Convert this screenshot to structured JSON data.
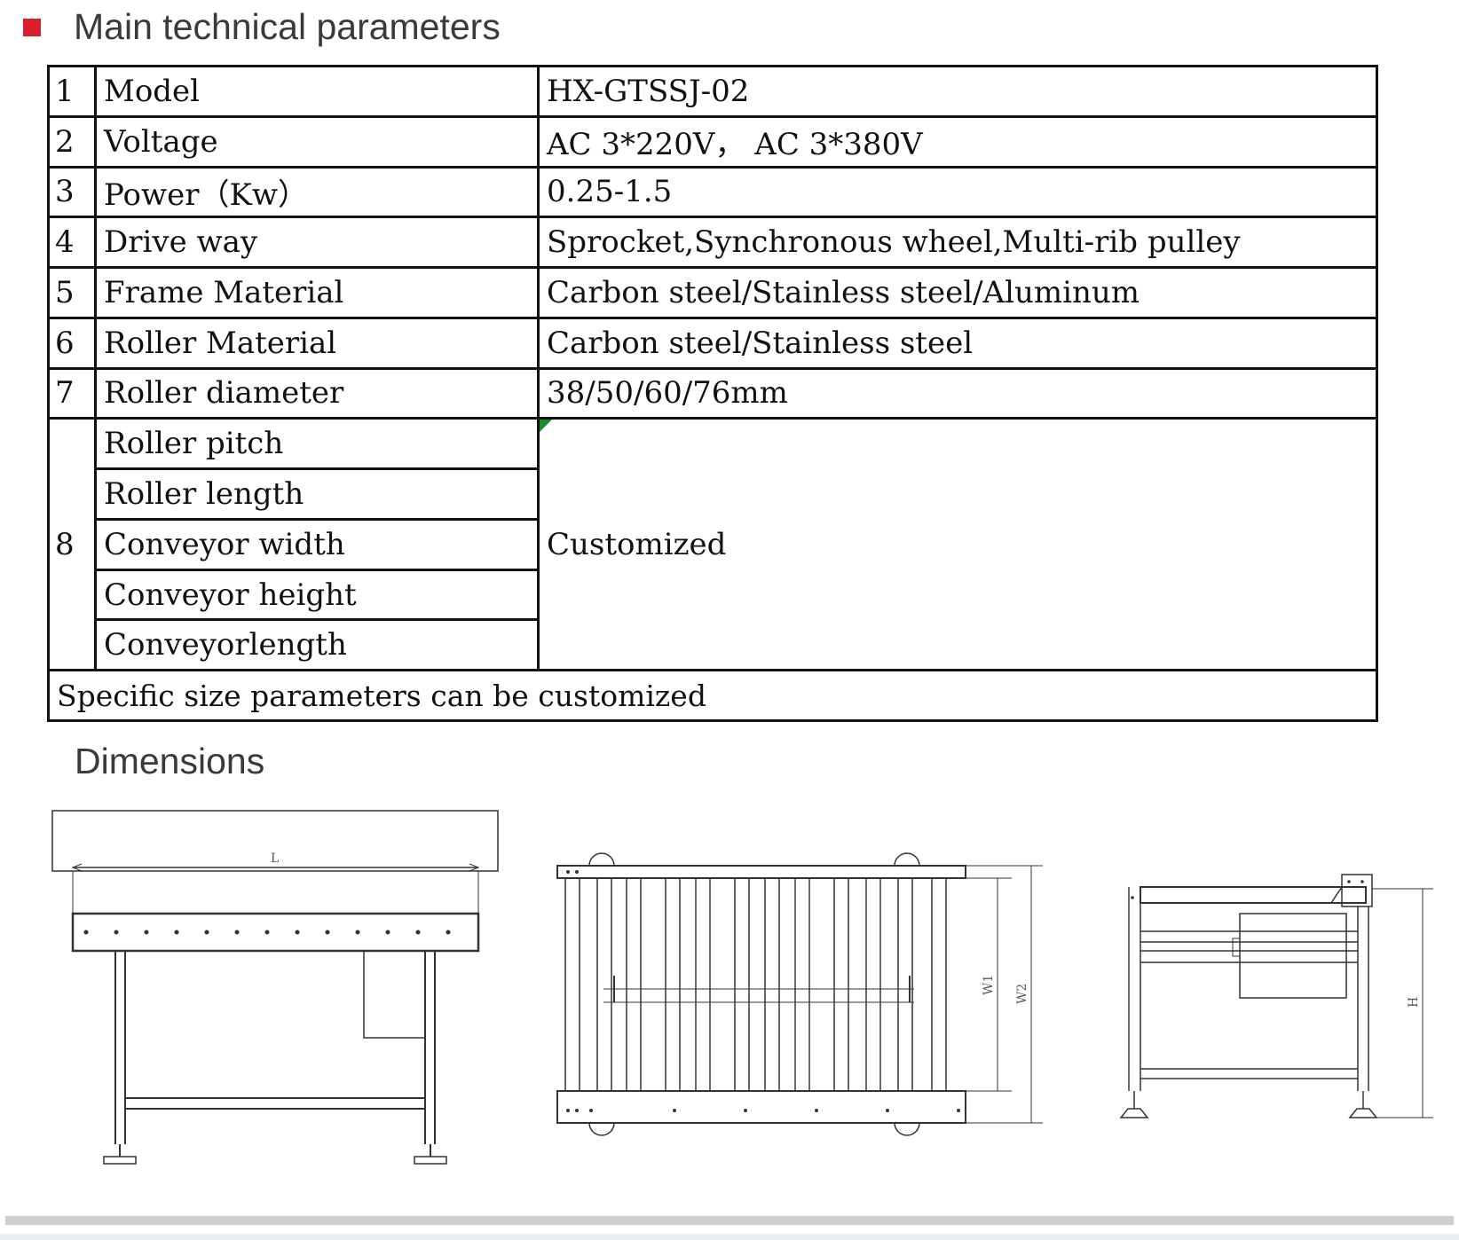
{
  "heading": {
    "title": "Main technical parameters",
    "bullet_color": "#d8202c"
  },
  "params": {
    "rows": [
      {
        "no": "1",
        "name": "Model",
        "value": "HX-GTSSJ-02"
      },
      {
        "no": "2",
        "name": "Voltage",
        "value": "AC 3*220V，  AC 3*380V"
      },
      {
        "no": "3",
        "name": "Power（Kw）",
        "value": "0.25-1.5"
      },
      {
        "no": "4",
        "name": "Drive way",
        "value": "Sprocket,Synchronous wheel,Multi-rib pulley"
      },
      {
        "no": "5",
        "name": "Frame Material",
        "value": "Carbon steel/Stainless steel/Aluminum"
      },
      {
        "no": "6",
        "name": "Roller Material",
        "value": "Carbon steel/Stainless steel"
      },
      {
        "no": "7",
        "name": "Roller diameter",
        "value": "38/50/60/76mm"
      }
    ],
    "group": {
      "no": "8",
      "items": [
        "Roller pitch",
        "Roller length",
        "Conveyor width",
        "Conveyor height",
        "Conveyorlength"
      ],
      "value": "Customized"
    },
    "note": "Specific size parameters can be customized"
  },
  "dimensions": {
    "title": "Dimensions",
    "side_view": {
      "length_label": "L"
    },
    "top_view": {
      "inner_width_label": "W1",
      "outer_width_label": "W2"
    },
    "end_view": {
      "height_label": "H"
    }
  }
}
